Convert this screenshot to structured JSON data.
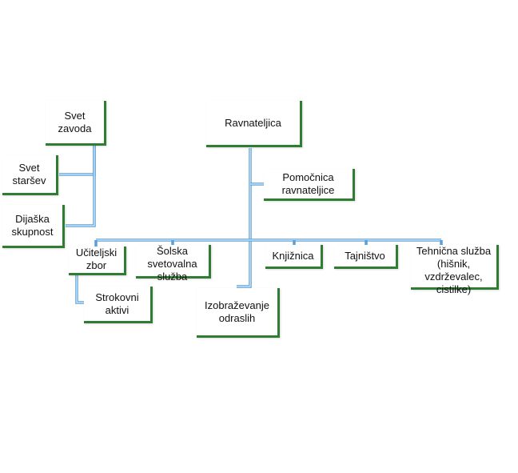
{
  "nodes": {
    "svet_zavoda": "Svet zavoda",
    "svet_starsev": "Svet\nstaršev",
    "dijaska_skupnost": "Dijaška\nskupnost",
    "ravnateljica": "Ravnateljica",
    "pomocnica": "Pomočnica\nravnateljice",
    "uciteljski_zbor": "Učiteljski\nzbor",
    "strokovni_aktivi": "Strokovni\naktivi",
    "solska_svetovalna": "Šolska\nsvetovalna\nslužba",
    "knjiznica": "Knjižnica",
    "tajnistvo": "Tajništvo",
    "tehnicna": "Tehnična služba\n(hišnik,\nvzdrževalec,\ncistilke)",
    "izobrazevanje": "Izobraževanje\nodraslih"
  },
  "colors": {
    "connector": "#5aa0d8",
    "box_border": "#2e7d32"
  }
}
